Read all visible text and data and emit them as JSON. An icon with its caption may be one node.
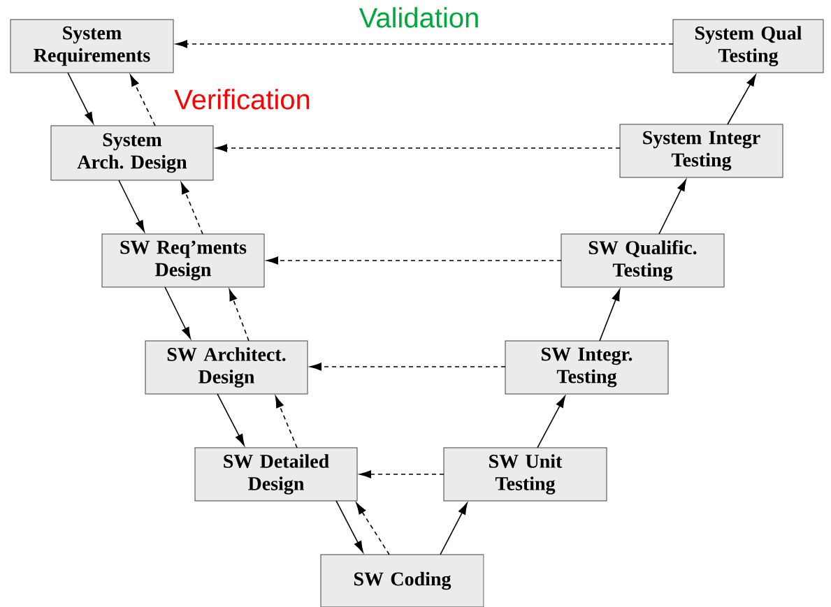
{
  "diagram": {
    "nodes": [
      {
        "text": [
          "System Requirements"
        ]
      },
      {
        "text": [
          "System Arch. Design"
        ]
      },
      {
        "text": [
          "SW Req’ments Design"
        ]
      },
      {
        "text": [
          "SW Architect. Design"
        ]
      },
      {
        "text": [
          "SW Detailed Design"
        ]
      },
      {
        "text": [
          "SW Coding"
        ]
      },
      {
        "text": [
          "SW Unit Testing"
        ]
      },
      {
        "text": [
          "SW Integr. Testing"
        ]
      },
      {
        "text": [
          "SW Qualific. Testing"
        ]
      },
      {
        "text": [
          "System Integr Testing"
        ]
      },
      {
        "text": [
          "System Qual Testing"
        ]
      }
    ],
    "edges": [
      {
        "from": 0,
        "to": 1,
        "arrow": "to"
      },
      {
        "from": 1,
        "to": 2,
        "arrow": "to"
      },
      {
        "from": 2,
        "to": 3,
        "arrow": "to"
      },
      {
        "from": 3,
        "to": 4,
        "arrow": "to"
      },
      {
        "from": 4,
        "to": 5,
        "arrow": "to"
      },
      {
        "from": 1,
        "to": 0,
        "arrow": "to",
        "style": "dashed"
      },
      {
        "from": 2,
        "to": 1,
        "arrow": "to",
        "style": "dashed"
      },
      {
        "from": 3,
        "to": 2,
        "arrow": "to",
        "style": "dashed"
      },
      {
        "from": 4,
        "to": 3,
        "arrow": "to",
        "style": "dashed"
      },
      {
        "from": 5,
        "to": 4,
        "arrow": "to",
        "style": "dashed"
      },
      {
        "from": 5,
        "to": 6,
        "arrow": "to"
      },
      {
        "from": 6,
        "to": 7,
        "arrow": "to"
      },
      {
        "from": 7,
        "to": 8,
        "arrow": "to"
      },
      {
        "from": 8,
        "to": 9,
        "arrow": "to"
      },
      {
        "from": 9,
        "to": 10,
        "arrow": "to"
      },
      {
        "from": 10,
        "to": 0,
        "arrow": "to",
        "style": "dashed"
      },
      {
        "from": 9,
        "to": 1,
        "arrow": "to",
        "style": "dashed"
      },
      {
        "from": 8,
        "to": 2,
        "arrow": "to",
        "style": "dashed"
      },
      {
        "from": 7,
        "to": 3,
        "arrow": "to",
        "style": "dashed"
      },
      {
        "from": 6,
        "to": 4,
        "arrow": "to",
        "style": "dashed"
      }
    ],
    "labels": [
      "Validation",
      "Verification"
    ]
  }
}
